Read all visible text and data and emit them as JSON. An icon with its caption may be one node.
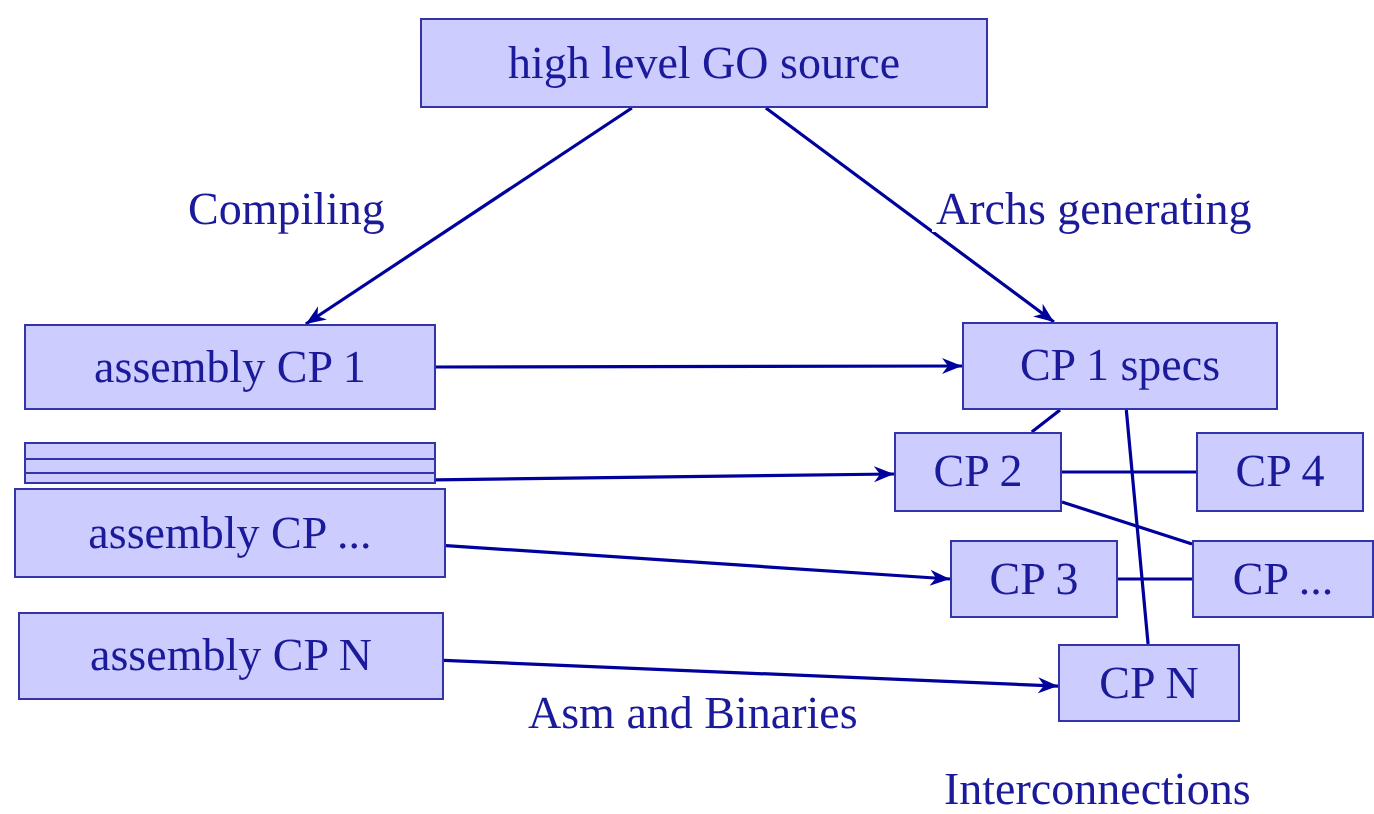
{
  "diagram": {
    "nodes": [
      {
        "text": [
          "high level GO source"
        ]
      },
      {
        "text": [
          "assembly CP 1"
        ]
      },
      {
        "text": [],
        "shape": "box"
      },
      {
        "text": [
          "assembly CP ..."
        ]
      },
      {
        "text": [
          "assembly CP N"
        ]
      },
      {
        "text": [
          "CP 1 specs"
        ]
      },
      {
        "text": [
          "CP 2"
        ]
      },
      {
        "text": [
          "CP 4"
        ]
      },
      {
        "text": [
          "CP 3"
        ]
      },
      {
        "text": [
          "CP ..."
        ]
      },
      {
        "text": [
          "CP N"
        ]
      }
    ],
    "edges": [
      {
        "from": 0,
        "to": 1,
        "arrow": "to",
        "label": "Compiling"
      },
      {
        "from": 0,
        "to": 5,
        "arrow": "to",
        "label": "Archs generating"
      },
      {
        "from": 1,
        "to": 5,
        "arrow": "to"
      },
      {
        "from": 2,
        "to": 6,
        "arrow": "to"
      },
      {
        "from": 3,
        "to": 8,
        "arrow": "to"
      },
      {
        "from": 4,
        "to": 10,
        "arrow": "to",
        "label": "Asm and Binaries"
      },
      {
        "from": 5,
        "to": 6,
        "arrow": "none"
      },
      {
        "from": 5,
        "to": 10,
        "arrow": "none"
      },
      {
        "from": 6,
        "to": 7,
        "arrow": "none"
      },
      {
        "from": 6,
        "to": 9,
        "arrow": "none"
      },
      {
        "from": 8,
        "to": 9,
        "arrow": "none"
      }
    ],
    "labels": [
      "Interconnections"
    ]
  }
}
